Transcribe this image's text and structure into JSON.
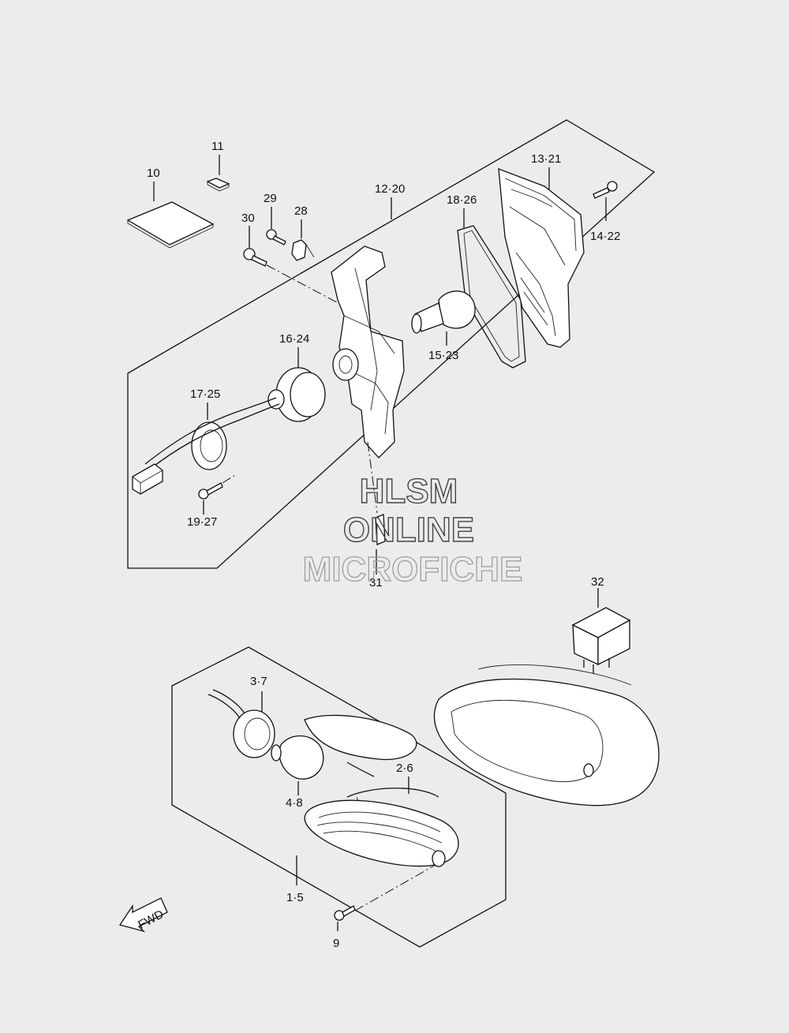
{
  "labels": {
    "p10": "10",
    "p11": "11",
    "p29": "29",
    "p28": "28",
    "p30": "30",
    "p12_20": "12·20",
    "p18_26": "18·26",
    "p13_21": "13·21",
    "p14_22": "14·22",
    "p15_23": "15·23",
    "p16_24": "16·24",
    "p17_25": "17·25",
    "p19_27": "19·27",
    "p31": "31",
    "p32": "32",
    "p3_7": "3·7",
    "p2_6": "2·6",
    "p4_8": "4·8",
    "p1_5": "1·5",
    "p9": "9"
  },
  "watermark": {
    "line1": "HLSM",
    "line2": "ONLINE",
    "line3": "MICROFICHE"
  },
  "fwd_label": "FWD",
  "colors": {
    "background": "#ececec",
    "line": "#111111",
    "part_fill": "#ffffff"
  }
}
